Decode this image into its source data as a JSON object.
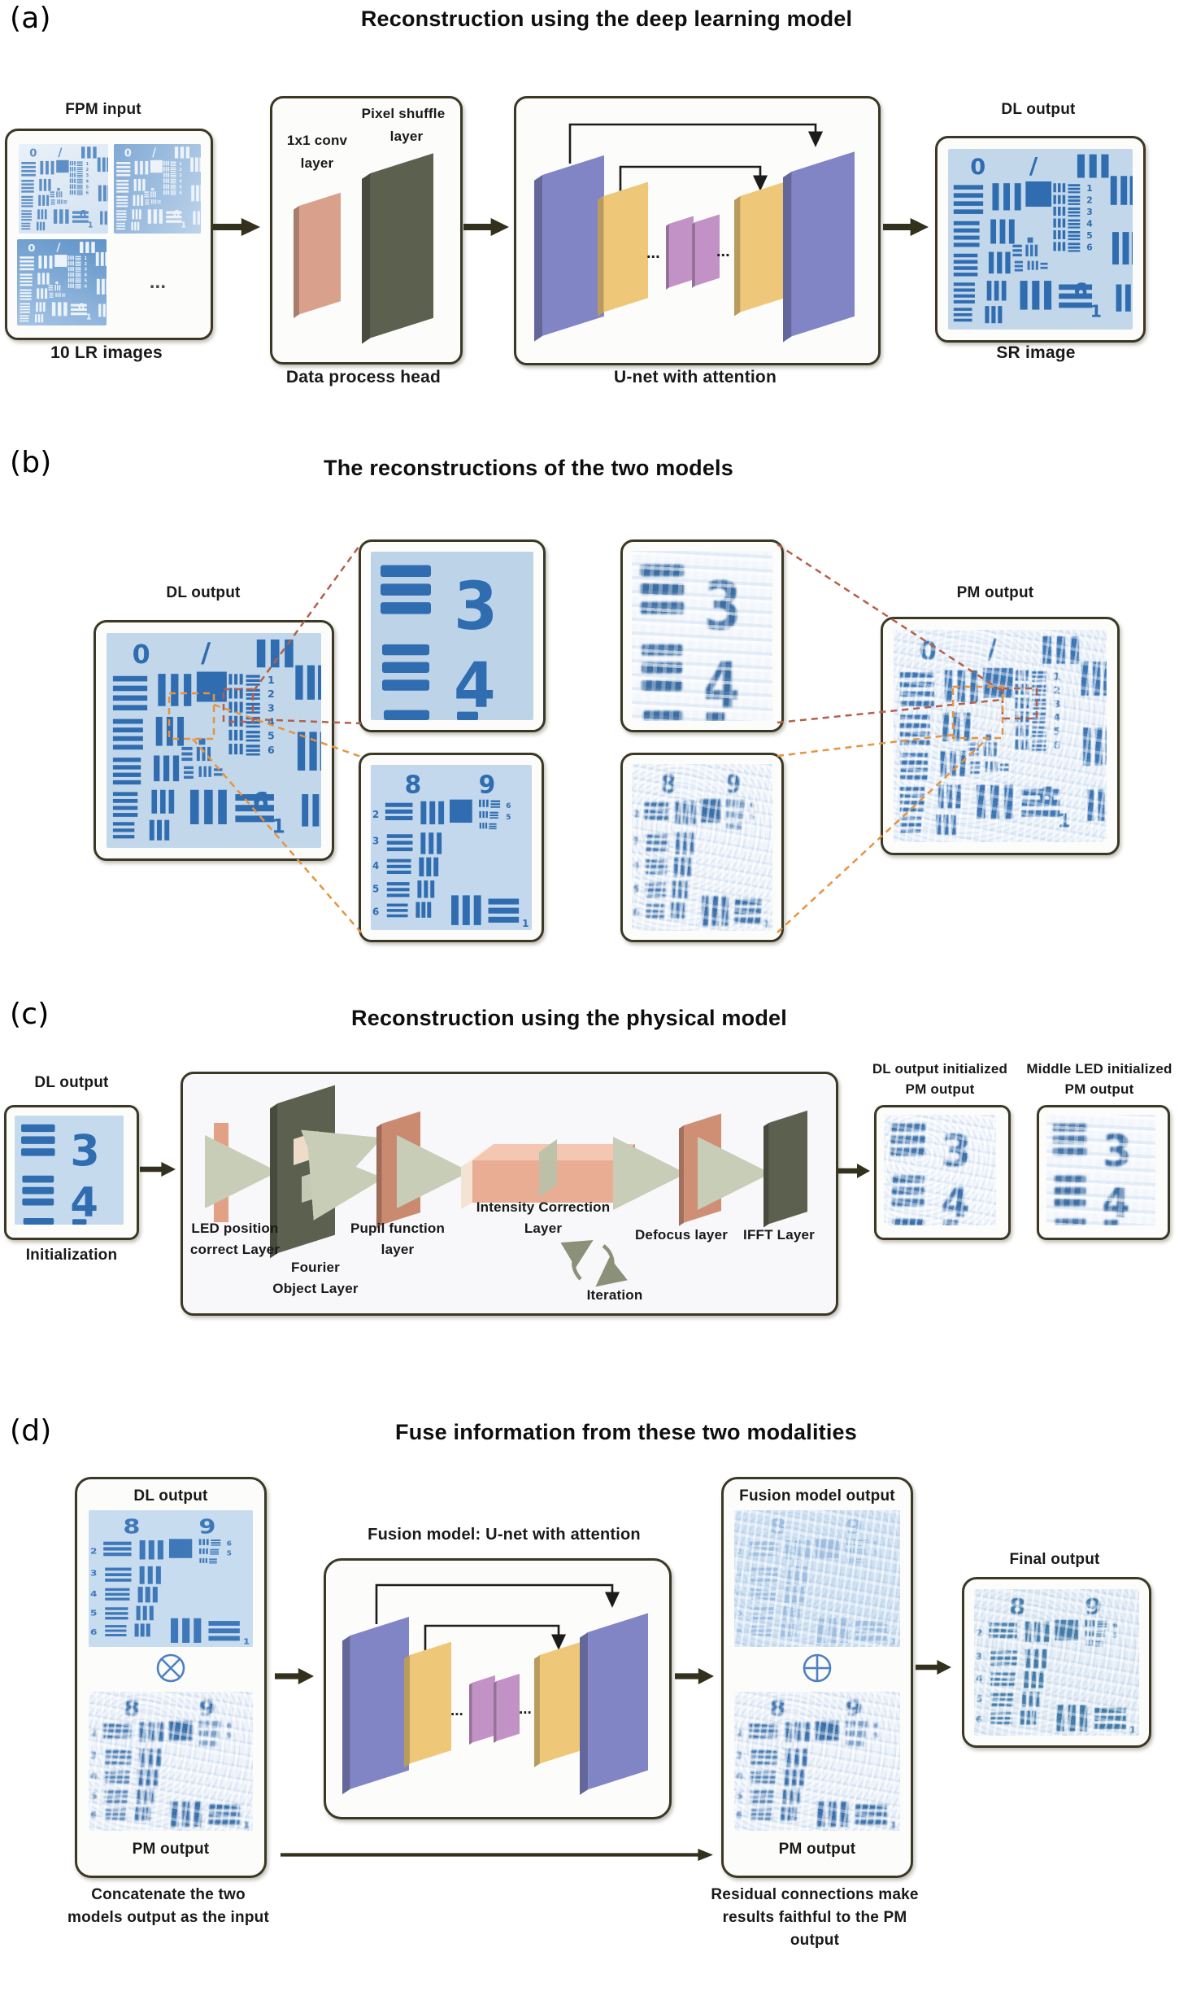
{
  "panel_a": {
    "tag": "(a)",
    "title": "Reconstruction using the deep learning model",
    "fpm_input_label": "FPM input",
    "lr_images_label": "10 LR images",
    "ellipsis": "...",
    "conv_label_line1": "1x1 conv",
    "conv_label_line2": "layer",
    "pixel_shuffle_line1": "Pixel shuffle",
    "pixel_shuffle_line2": "layer",
    "data_process_head_label": "Data process head",
    "unet_label": "U-net with attention",
    "unet_dots_left": "...",
    "unet_dots_right": "...",
    "dl_output_label": "DL output",
    "sr_image_label": "SR image"
  },
  "panel_b": {
    "tag": "(b)",
    "title": "The reconstructions of the two models",
    "dl_output_label": "DL output",
    "pm_output_label": "PM output"
  },
  "panel_c": {
    "tag": "(c)",
    "title": "Reconstruction using the physical model",
    "dl_output_label": "DL output",
    "initialization_label": "Initialization",
    "led_line1": "LED position",
    "led_line2": "correct Layer",
    "fourier_line1": "Fourier",
    "fourier_line2": "Object Layer",
    "pupil_line1": "Pupil function",
    "pupil_line2": "layer",
    "intensity_line1": "Intensity Correction",
    "intensity_line2": "Layer",
    "defocus_label": "Defocus layer",
    "ifft_label": "IFFT Layer",
    "iteration_label": "Iteration",
    "out1_line1": "DL output initialized",
    "out1_line2": "PM output",
    "out2_line1": "Middle LED initialized",
    "out2_line2": "PM output"
  },
  "panel_d": {
    "tag": "(d)",
    "title": "Fuse information from these two modalities",
    "dl_output_label": "DL output",
    "pm_output_label_left": "PM output",
    "concat_caption_line1": "Concatenate the two",
    "concat_caption_line2": "models output as the input",
    "fusion_model_label": "Fusion model: U-net with attention",
    "fusion_output_label": "Fusion model output",
    "pm_output_label_right": "PM output",
    "residual_caption_line1": "Residual connections make",
    "residual_caption_line2": "results faithful to the PM",
    "residual_caption_line3": "output",
    "final_output_label": "Final output",
    "unet_dots_left": "...",
    "unet_dots_right": "..."
  },
  "chart_glyphs": {
    "zero": "0",
    "slash": "/",
    "one": "1",
    "two": "2",
    "three": "3",
    "four": "4",
    "five": "5",
    "six": "6",
    "eight": "8",
    "nine": "9",
    "big6": "6",
    "big1": "1"
  },
  "colors": {
    "purple_layer": "#8185c6",
    "yellow_layer": "#eec878",
    "pink_layer": "#c291c5",
    "salmon_layer": "#d9a18b",
    "olive_layer": "#5c604f",
    "chart_blue": "#2f6cb0",
    "dashed_red": "#b5604a",
    "dashed_orange": "#e5943f",
    "symbol_blue": "#4d7fc4",
    "arrow_dark": "#33301d",
    "sage_arrow": "#c7cdb6"
  }
}
